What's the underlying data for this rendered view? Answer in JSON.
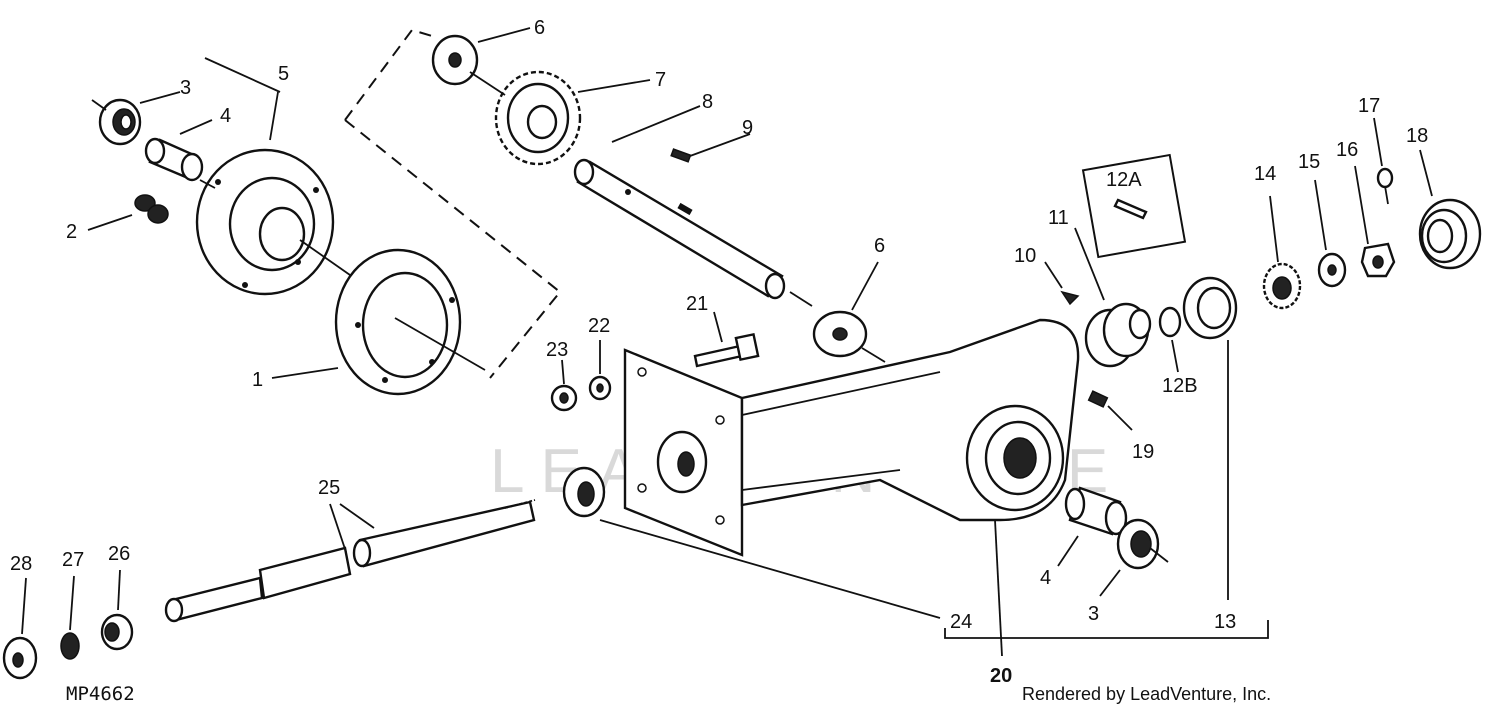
{
  "diagram_ref": "MP4662",
  "credit": "Rendered by LeadVenture, Inc.",
  "watermark": "LEADVENTURE",
  "callouts": {
    "c1": "1",
    "c2": "2",
    "c3a": "3",
    "c3b": "3",
    "c4a": "4",
    "c4b": "4",
    "c5": "5",
    "c6a": "6",
    "c6b": "6",
    "c7": "7",
    "c8": "8",
    "c9": "9",
    "c10": "10",
    "c11": "11",
    "c12a": "12A",
    "c12b": "12B",
    "c13": "13",
    "c14": "14",
    "c15": "15",
    "c16": "16",
    "c17": "17",
    "c18": "18",
    "c19": "19",
    "c20": "20",
    "c21": "21",
    "c22": "22",
    "c23": "23",
    "c24": "24",
    "c25": "25",
    "c26": "26",
    "c27": "27",
    "c28": "28"
  }
}
